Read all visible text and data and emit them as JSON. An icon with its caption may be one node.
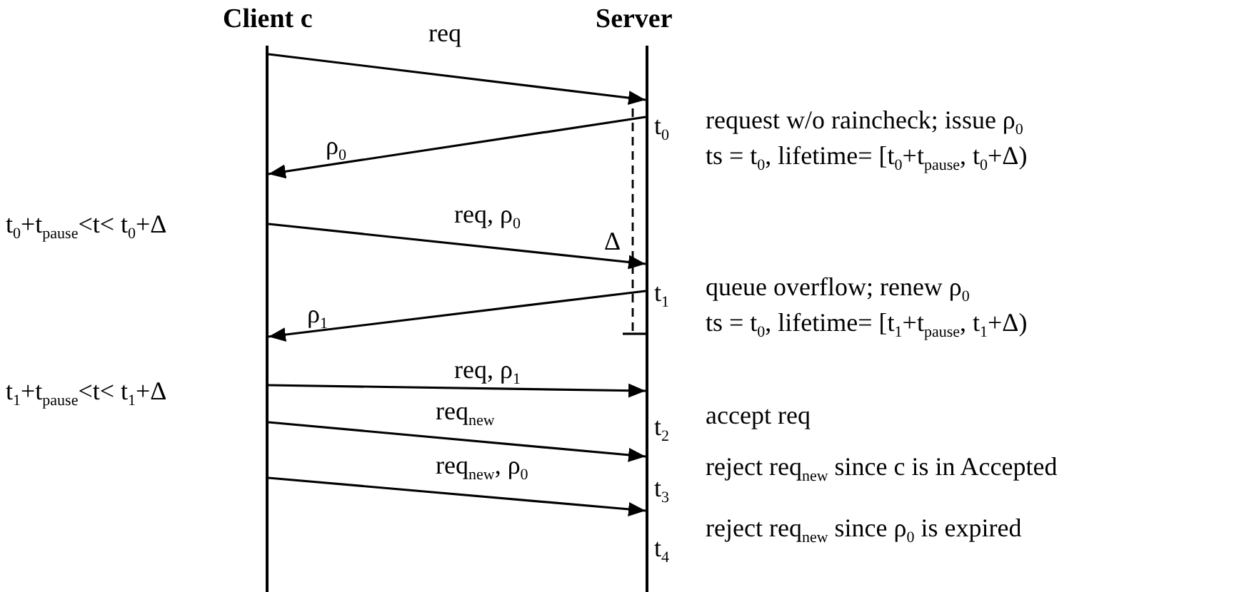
{
  "diagram": {
    "nodes": [
      {
        "text": [
          "Client c"
        ]
      },
      {
        "text": [
          "Server"
        ]
      }
    ],
    "edges": [
      {
        "from": 0,
        "to": 1,
        "arrow": "to",
        "label": "req"
      },
      {
        "from": 1,
        "to": 0,
        "arrow": "to",
        "label": "ρ$_{0}$"
      },
      {
        "from": 0,
        "to": 1,
        "arrow": "to",
        "label": "req, ρ$_{0}$"
      },
      {
        "from": 1,
        "to": 0,
        "arrow": "to",
        "label": "ρ$_{1}$"
      },
      {
        "from": 0,
        "to": 1,
        "arrow": "to",
        "label": "req, ρ$_{1}$"
      },
      {
        "from": 0,
        "to": 1,
        "arrow": "to",
        "label": "req$_{new}$"
      },
      {
        "from": 0,
        "to": 1,
        "arrow": "to",
        "label": "req$_{new}$, ρ$_{0}$"
      }
    ],
    "labels": [
      "t$_{0}$",
      "request w/o raincheck; issue ρ$_{0}$",
      "ts = t$_{0}$, lifetime= [t$_{0}$+t$_{pause}$, t$_{0}$+Δ)",
      "t$_{0}$+t$_{pause}$<t< t$_{0}$+Δ",
      "Δ",
      "t$_{1}$",
      "queue overflow; renew ρ$_{0}$",
      "ts = t$_{0}$, lifetime= [t$_{1}$+t$_{pause}$, t$_{1}$+Δ)",
      "t$_{1}$+t$_{pause}$<t< t$_{1}$+Δ",
      "t$_{2}$",
      "accept req",
      "t$_{3}$",
      "reject req$_{new}$ since c is in Accepted",
      "t$_{4}$",
      "reject req$_{new}$ since ρ$_{0}$ is expired"
    ]
  }
}
